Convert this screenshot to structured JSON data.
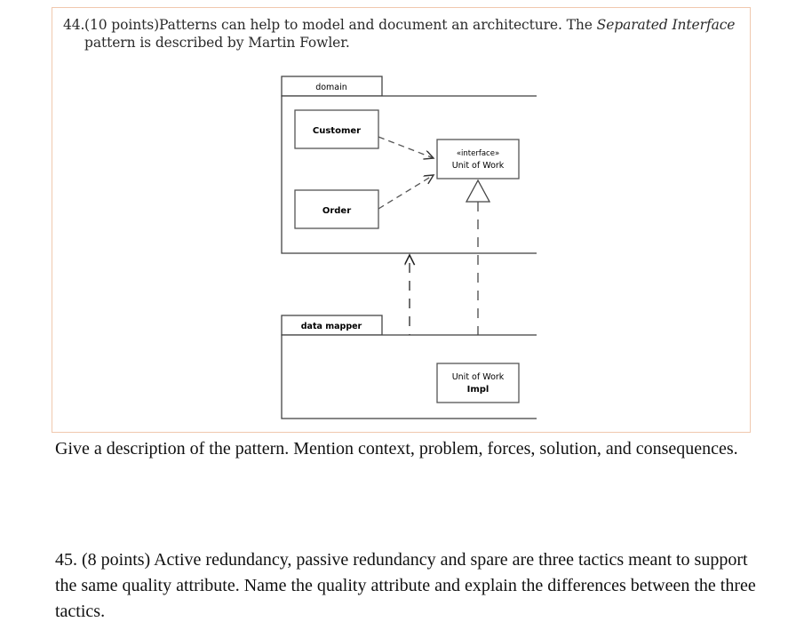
{
  "page": {
    "background_color": "#ffffff",
    "text_color": "#111111",
    "block_border_color": "#f0c8ae"
  },
  "question44": {
    "number": "44.",
    "points_label": "(10 points)",
    "sentence_part1": "Patterns can help to model and document an architecture.  The ",
    "italic_phrase": "Separated Interface",
    "sentence_part2": " pattern is described by Martin Fowler.",
    "full_text": "44. (10 points)  Patterns can help to model and document an architecture.  The Separated Interface pattern is described by Martin Fowler.",
    "prompt": "Give a description of the pattern. Mention context, problem, forces, solution, and consequences."
  },
  "question45": {
    "number": "45.",
    "points_label": "(8 points)",
    "full_text": "45. (8 points) Active redundancy, passive redundancy and spare are three tactics meant to support the same quality attribute. Name the quality attribute and explain the differences between the three tactics."
  },
  "diagram": {
    "type": "uml-package-diagram",
    "stroke_color": "#333333",
    "fill_color": "#ffffff",
    "packages": [
      {
        "id": "domain",
        "label": "domain",
        "bold": false
      },
      {
        "id": "data-mapper",
        "label": "data mapper",
        "bold": true
      }
    ],
    "classes": [
      {
        "id": "customer",
        "label": "Customer",
        "package": "domain",
        "bold": true
      },
      {
        "id": "order",
        "label": "Order",
        "package": "domain",
        "bold": true
      },
      {
        "id": "unit-of-work-interface",
        "stereotype": "«interface»",
        "label": "Unit of Work",
        "package": "domain",
        "bold": false
      },
      {
        "id": "unit-of-work-impl",
        "label_line1": "Unit of Work",
        "label_line2": "Impl",
        "package": "data-mapper",
        "bold_line2": true
      }
    ],
    "relationships": [
      {
        "from": "customer",
        "to": "unit-of-work-interface",
        "kind": "dependency",
        "style": "dashed-open-arrow"
      },
      {
        "from": "order",
        "to": "unit-of-work-interface",
        "kind": "dependency",
        "style": "dashed-open-arrow"
      },
      {
        "from": "unit-of-work-impl",
        "to": "unit-of-work-interface",
        "kind": "realization",
        "style": "dashed-hollow-triangle"
      },
      {
        "from": "data-mapper",
        "to": "domain",
        "kind": "dependency",
        "style": "dashed-open-arrow"
      }
    ]
  }
}
